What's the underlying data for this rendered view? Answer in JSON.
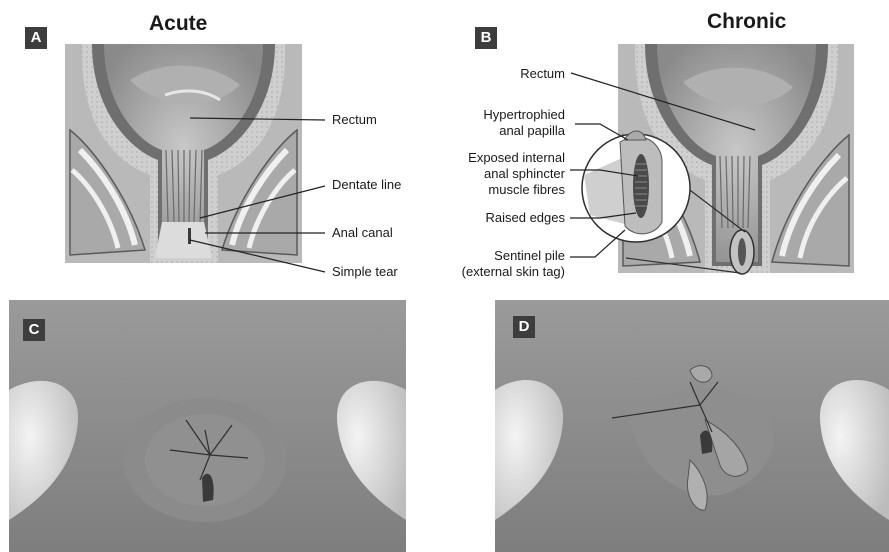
{
  "panels": {
    "a": {
      "badge": "A",
      "title": "Acute"
    },
    "b": {
      "badge": "B",
      "title": "Chronic"
    },
    "c": {
      "badge": "C"
    },
    "d": {
      "badge": "D"
    }
  },
  "labels_a": {
    "rectum": "Rectum",
    "dentate_line": "Dentate line",
    "anal_canal": "Anal canal",
    "simple_tear": "Simple tear"
  },
  "labels_b": {
    "rectum": "Rectum",
    "papilla_1": "Hypertrophied",
    "papilla_2": "anal papilla",
    "sphincter_1": "Exposed internal",
    "sphincter_2": "anal sphincter",
    "sphincter_3": "muscle fibres",
    "raised_edges": "Raised edges",
    "pile_1": "Sentinel pile",
    "pile_2": "(external skin tag)"
  }
}
